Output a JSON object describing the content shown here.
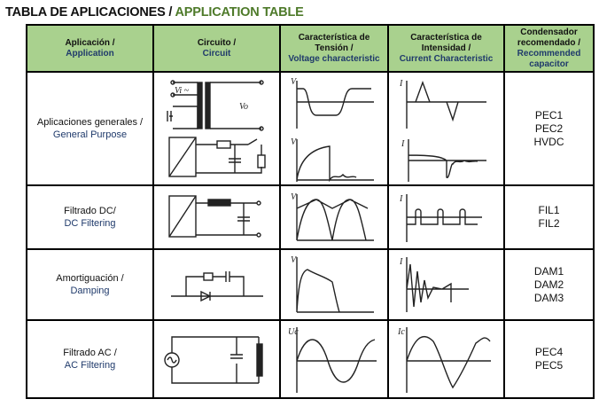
{
  "title": {
    "es": "TABLA DE APLICACIONES / ",
    "en": "APPLICATION TABLE"
  },
  "headers": [
    {
      "es": "Aplicación /",
      "en": "Application"
    },
    {
      "es": "Circuito /",
      "en": "Circuit"
    },
    {
      "es": "Característica de Tensión /",
      "en": "Voltage characteristic"
    },
    {
      "es": "Característica de Intensidad /",
      "en": "Current Characteristic"
    },
    {
      "es": "Condensador recomendado /",
      "en": "Recommended capacitor"
    }
  ],
  "rows": [
    {
      "es": "Aplicaciones generales /",
      "en": "General Purpose",
      "caps": [
        "PEC1",
        "PEC2",
        "HVDC"
      ]
    },
    {
      "es": "Filtrado DC/",
      "en": "DC Filtering",
      "caps": [
        "FIL1",
        "FIL2"
      ]
    },
    {
      "es": "Amortiguación /",
      "en": "Damping",
      "caps": [
        "DAM1",
        "DAM2",
        "DAM3"
      ]
    },
    {
      "es": "Filtrado AC /",
      "en": "AC Filtering",
      "caps": [
        "PEC4",
        "PEC5"
      ]
    }
  ],
  "diagram_labels": {
    "v": "V",
    "i": "I",
    "vi": "Vi ~",
    "vo": "Vo",
    "uc": "Uc",
    "ic": "Ic"
  }
}
